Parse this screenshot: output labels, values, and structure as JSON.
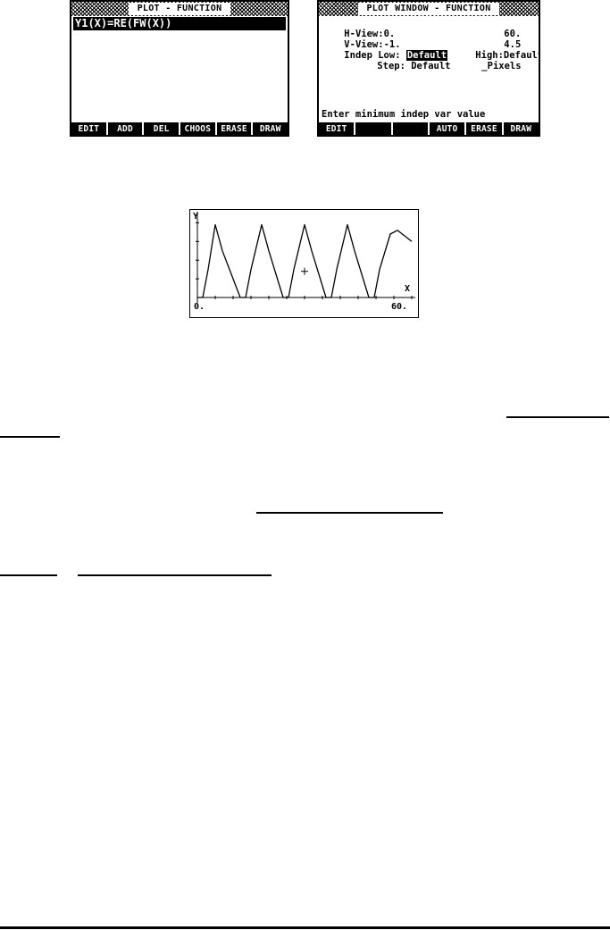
{
  "plot_function_screen": {
    "title": " PLOT - FUNCTION ",
    "equation": "Y1(X)=RE(FW(X))",
    "menu": [
      "EDIT",
      "ADD",
      "DEL",
      "CHOOS",
      "ERASE",
      "DRAW"
    ]
  },
  "plot_window_screen": {
    "title": " PLOT WINDOW - FUNCTION ",
    "h_view_label": "H-View:",
    "h_view_min": "0.",
    "h_view_max": "60.",
    "v_view_label": "V-View:",
    "v_view_min": "-1.",
    "v_view_max": "4.5",
    "indep_low_label": "Indep Low:",
    "indep_low_value": "Default",
    "high_label": "High:",
    "high_value": "Default",
    "step_label": "Step:",
    "step_value": "Default",
    "pixels_label": "_Pixels",
    "status": "Enter minimum indep var value",
    "menu": [
      "EDIT",
      "",
      "",
      "AUTO",
      "ERASE",
      "DRAW"
    ]
  },
  "plot_screen": {
    "y_label": "Y",
    "x_label": "X",
    "x_min_label": "0.",
    "x_max_label": "60.",
    "cursor_icon": "crosshair-cursor-icon"
  },
  "chart_data": {
    "type": "line",
    "xlim": [
      0,
      60
    ],
    "ylim": [
      -1,
      4.5
    ],
    "x": [
      0,
      1.5,
      3,
      5,
      7,
      12,
      13.5,
      15,
      18,
      20,
      24,
      25.5,
      27,
      30,
      32,
      36,
      37.5,
      39,
      42,
      44,
      48,
      49.5,
      51,
      54,
      56,
      60
    ],
    "y": [
      0,
      0,
      1.5,
      3.9,
      2.5,
      0,
      0,
      1.5,
      3.9,
      2.5,
      0,
      0,
      1.5,
      3.9,
      2.5,
      0,
      0,
      1.5,
      3.9,
      2.5,
      0,
      0,
      1.5,
      3.4,
      3.6,
      3.0
    ]
  }
}
